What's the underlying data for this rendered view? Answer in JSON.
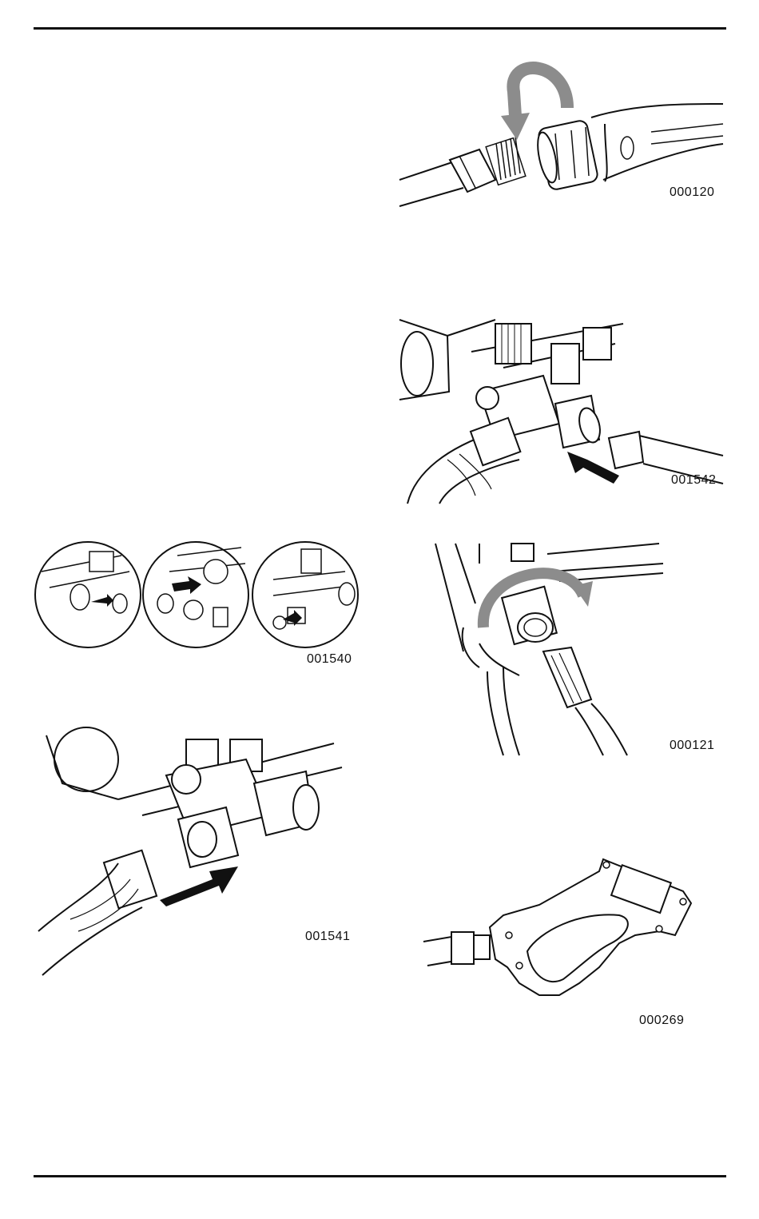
{
  "page": {
    "figures": [
      {
        "id": "000120"
      },
      {
        "id": "001542"
      },
      {
        "id": "001540"
      },
      {
        "id": "000121"
      },
      {
        "id": "001541"
      },
      {
        "id": "000269"
      }
    ]
  },
  "colors": {
    "line": "#111111",
    "arrow_gray": "#8c8c8c",
    "arrow_black": "#111111"
  }
}
